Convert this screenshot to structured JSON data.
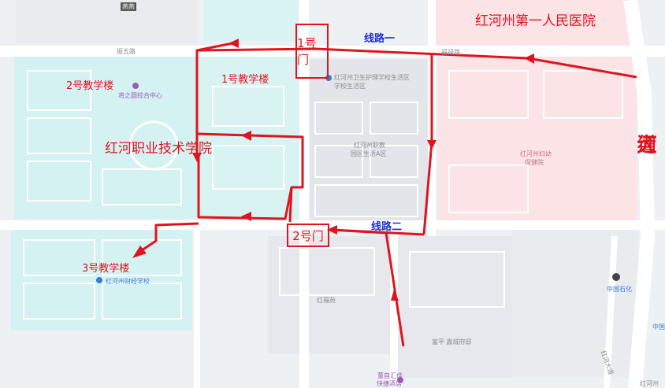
{
  "map": {
    "hospital_label": "红河州第一人民医院",
    "college_label": "红河职业技术学院",
    "building1_label": "1号教学楼",
    "building2_label": "2号教学楼",
    "building3_label": "3号教学楼",
    "gate1_label": "1号门",
    "gate2_label": "2号门",
    "route1_label": "线路一",
    "route2_label": "线路二",
    "avenue_label": [
      "红",
      "河",
      "大",
      "道"
    ]
  },
  "base_labels": {
    "top_poi": "燕燕",
    "road_top_left": "振五路",
    "road_top_right": "福禄路",
    "center_pin": "红河州卫生护理学校生活区",
    "center_pin_line2": "学校生活区",
    "purple_pin": "将之圆综合中心",
    "middle_area": "红河州职教",
    "middle_area2": "园区生活A区",
    "hospital_base": "红河州妇幼",
    "hospital_base2": "保健院",
    "bottom_center": "红福苑",
    "bottom_right": "富平 鑫城府邸",
    "bottom_pin": "董自汇佳",
    "bottom_pin2": "快捷酒店",
    "school_pin": "红河州财经学校",
    "sinopec": "中国石化",
    "avenue_road": "红河大道",
    "right_edge": "中国",
    "bottom_right_edge": "红河州"
  },
  "colors": {
    "route": "#e0141e",
    "route_label": "#1f2fd0",
    "campus": "#d5f2f2",
    "hospital": "#fbe3e6",
    "block": "#e3e5ea",
    "road": "#ffffff"
  }
}
